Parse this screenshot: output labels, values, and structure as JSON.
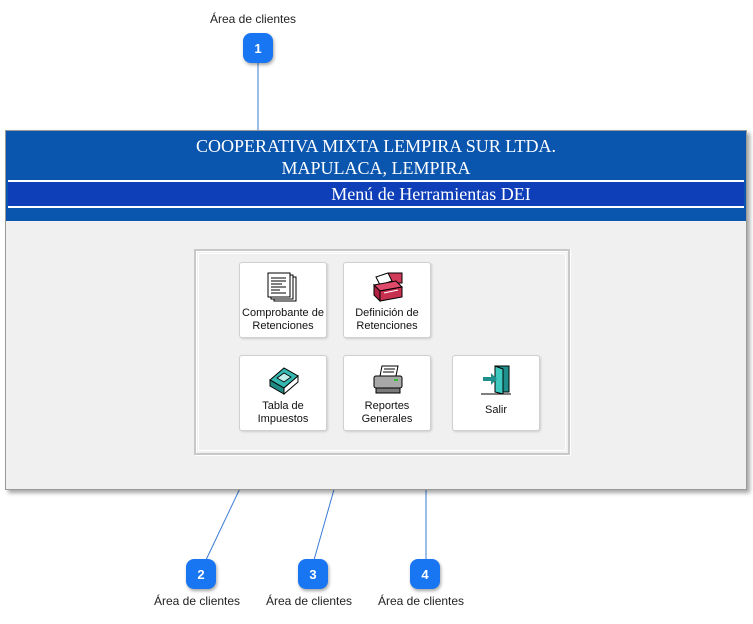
{
  "callouts": [
    {
      "number": "1",
      "label": "Área de clientes"
    },
    {
      "number": "2",
      "label": "Área de clientes"
    },
    {
      "number": "3",
      "label": "Área de clientes"
    },
    {
      "number": "4",
      "label": "Área de clientes"
    }
  ],
  "header": {
    "line1": "COOPERATIVA MIXTA LEMPIRA SUR LTDA.",
    "line2": "MAPULACA, LEMPIRA",
    "menu_title": "Menú de Herramientas DEI"
  },
  "buttons": {
    "comprobante": {
      "line1": "Comprobante de",
      "line2": "Retenciones",
      "icon": "documents-icon"
    },
    "definicion": {
      "line1": "Definición de",
      "line2": "Retenciones",
      "icon": "card-file-icon"
    },
    "tabla": {
      "line1": "Tabla de",
      "line2": "Impuestos",
      "icon": "book-icon"
    },
    "reportes": {
      "line1": "Reportes",
      "line2": "Generales",
      "icon": "printer-icon"
    },
    "salir": {
      "label": "Salir",
      "icon": "exit-door-icon"
    }
  },
  "colors": {
    "header_blue": "#0a55ad",
    "menu_blue": "#0f3fb8",
    "callout_blue": "#1976f2"
  }
}
